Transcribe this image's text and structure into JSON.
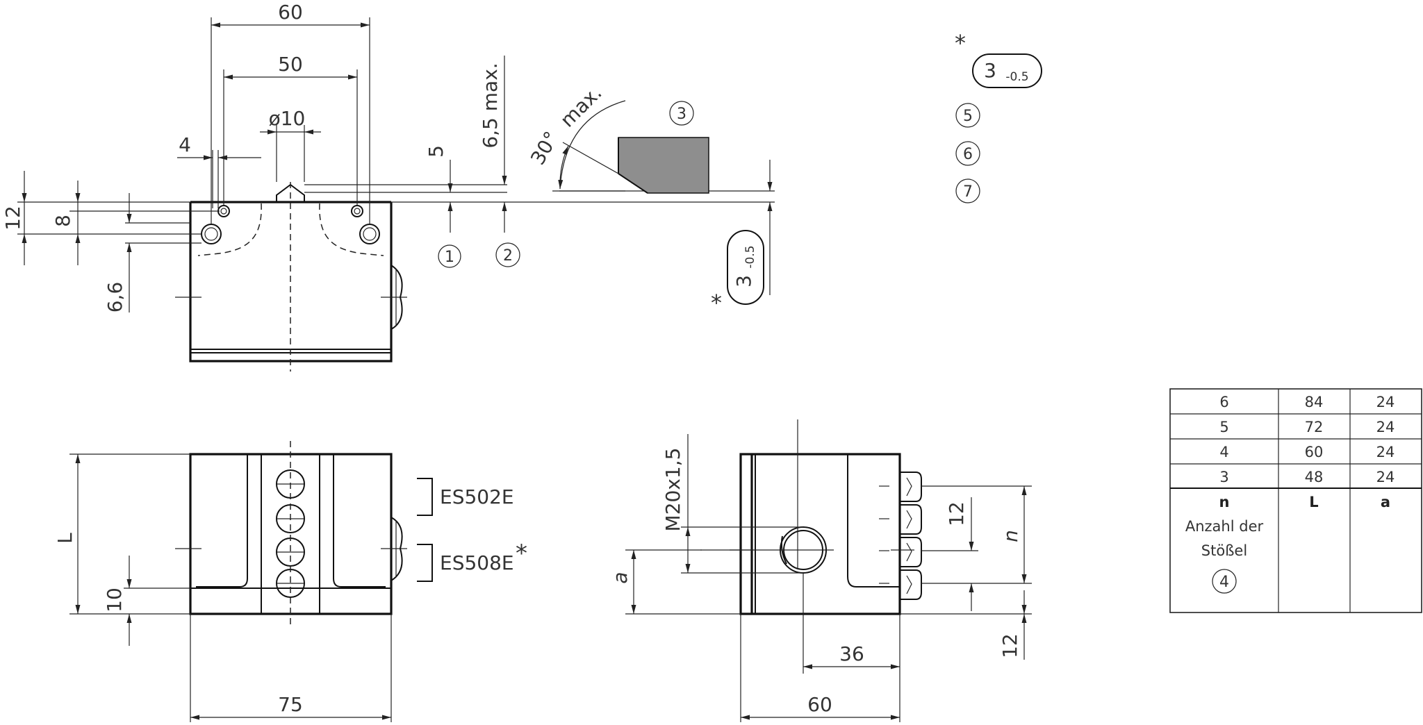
{
  "dimensions": {
    "top_width_60": "60",
    "top_width_50": "50",
    "diameter": "ø10",
    "hole_offset": "4",
    "travel_5": "5",
    "travel_max": "6,5 max.",
    "angle": "30°",
    "angle_max": "max.",
    "height_12": "12",
    "height_8": "8",
    "offset_66": "6,6",
    "tolerance_main": "3",
    "tolerance_sub": "-0.5",
    "tolerance_main_2": "3",
    "tolerance_sub_2": "-0.5",
    "length_L": "L",
    "bottom_10": "10",
    "width_75": "75",
    "thread": "M20x1,5",
    "dim_a": "a",
    "dim_36": "36",
    "width_60": "60",
    "pitch_12": "12",
    "dim_n": "n",
    "bottom_12": "12"
  },
  "callouts": [
    "1",
    "2",
    "3",
    "4",
    "5",
    "6",
    "7"
  ],
  "asterisk": "*",
  "variants": {
    "es502e": "ES502E",
    "es508e": "ES508E"
  },
  "table": {
    "rows": [
      [
        "6",
        "84",
        "24"
      ],
      [
        "5",
        "72",
        "24"
      ],
      [
        "4",
        "60",
        "24"
      ],
      [
        "3",
        "48",
        "24"
      ]
    ],
    "header": {
      "n": "n",
      "L": "L",
      "a": "a",
      "desc_line1": "Anzahl der",
      "desc_line2": "Stößel",
      "callout": "4"
    }
  }
}
